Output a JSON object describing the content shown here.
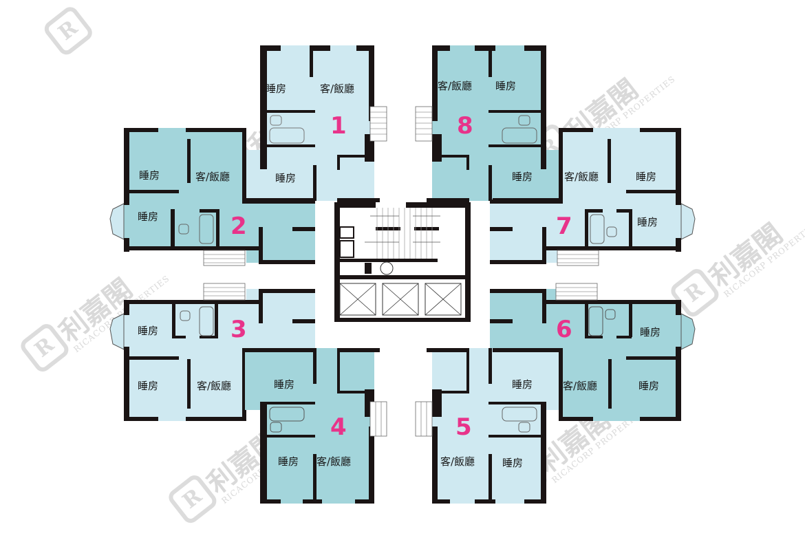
{
  "colors": {
    "light_blue": "#cfe9f1",
    "teal": "#a3d5db",
    "wall": "#1a1414",
    "unit_number": "#e8338a",
    "watermark": "#d9d9d9"
  },
  "labels": {
    "bedroom": "睡房",
    "living_dining": "客/飯廳"
  },
  "watermark": {
    "logo": "R",
    "chinese": "利嘉閣",
    "english": "RICACORP PROPERTIES"
  },
  "units": [
    {
      "number": "1",
      "color": "light_blue",
      "rooms": [
        "睡房",
        "客/飯廳",
        "睡房"
      ]
    },
    {
      "number": "2",
      "color": "teal",
      "rooms": [
        "睡房",
        "客/飯廳",
        "睡房"
      ]
    },
    {
      "number": "3",
      "color": "light_blue",
      "rooms": [
        "睡房",
        "睡房",
        "客/飯廳"
      ]
    },
    {
      "number": "4",
      "color": "teal",
      "rooms": [
        "睡房",
        "睡房",
        "客/飯廳"
      ]
    },
    {
      "number": "5",
      "color": "light_blue",
      "rooms": [
        "睡房",
        "客/飯廳",
        "睡房"
      ]
    },
    {
      "number": "6",
      "color": "teal",
      "rooms": [
        "睡房",
        "睡房",
        "客/飯廳"
      ]
    },
    {
      "number": "7",
      "color": "light_blue",
      "rooms": [
        "客/飯廳",
        "睡房",
        "睡房"
      ]
    },
    {
      "number": "8",
      "color": "teal",
      "rooms": [
        "客/飯廳",
        "睡房",
        "睡房"
      ]
    }
  ]
}
